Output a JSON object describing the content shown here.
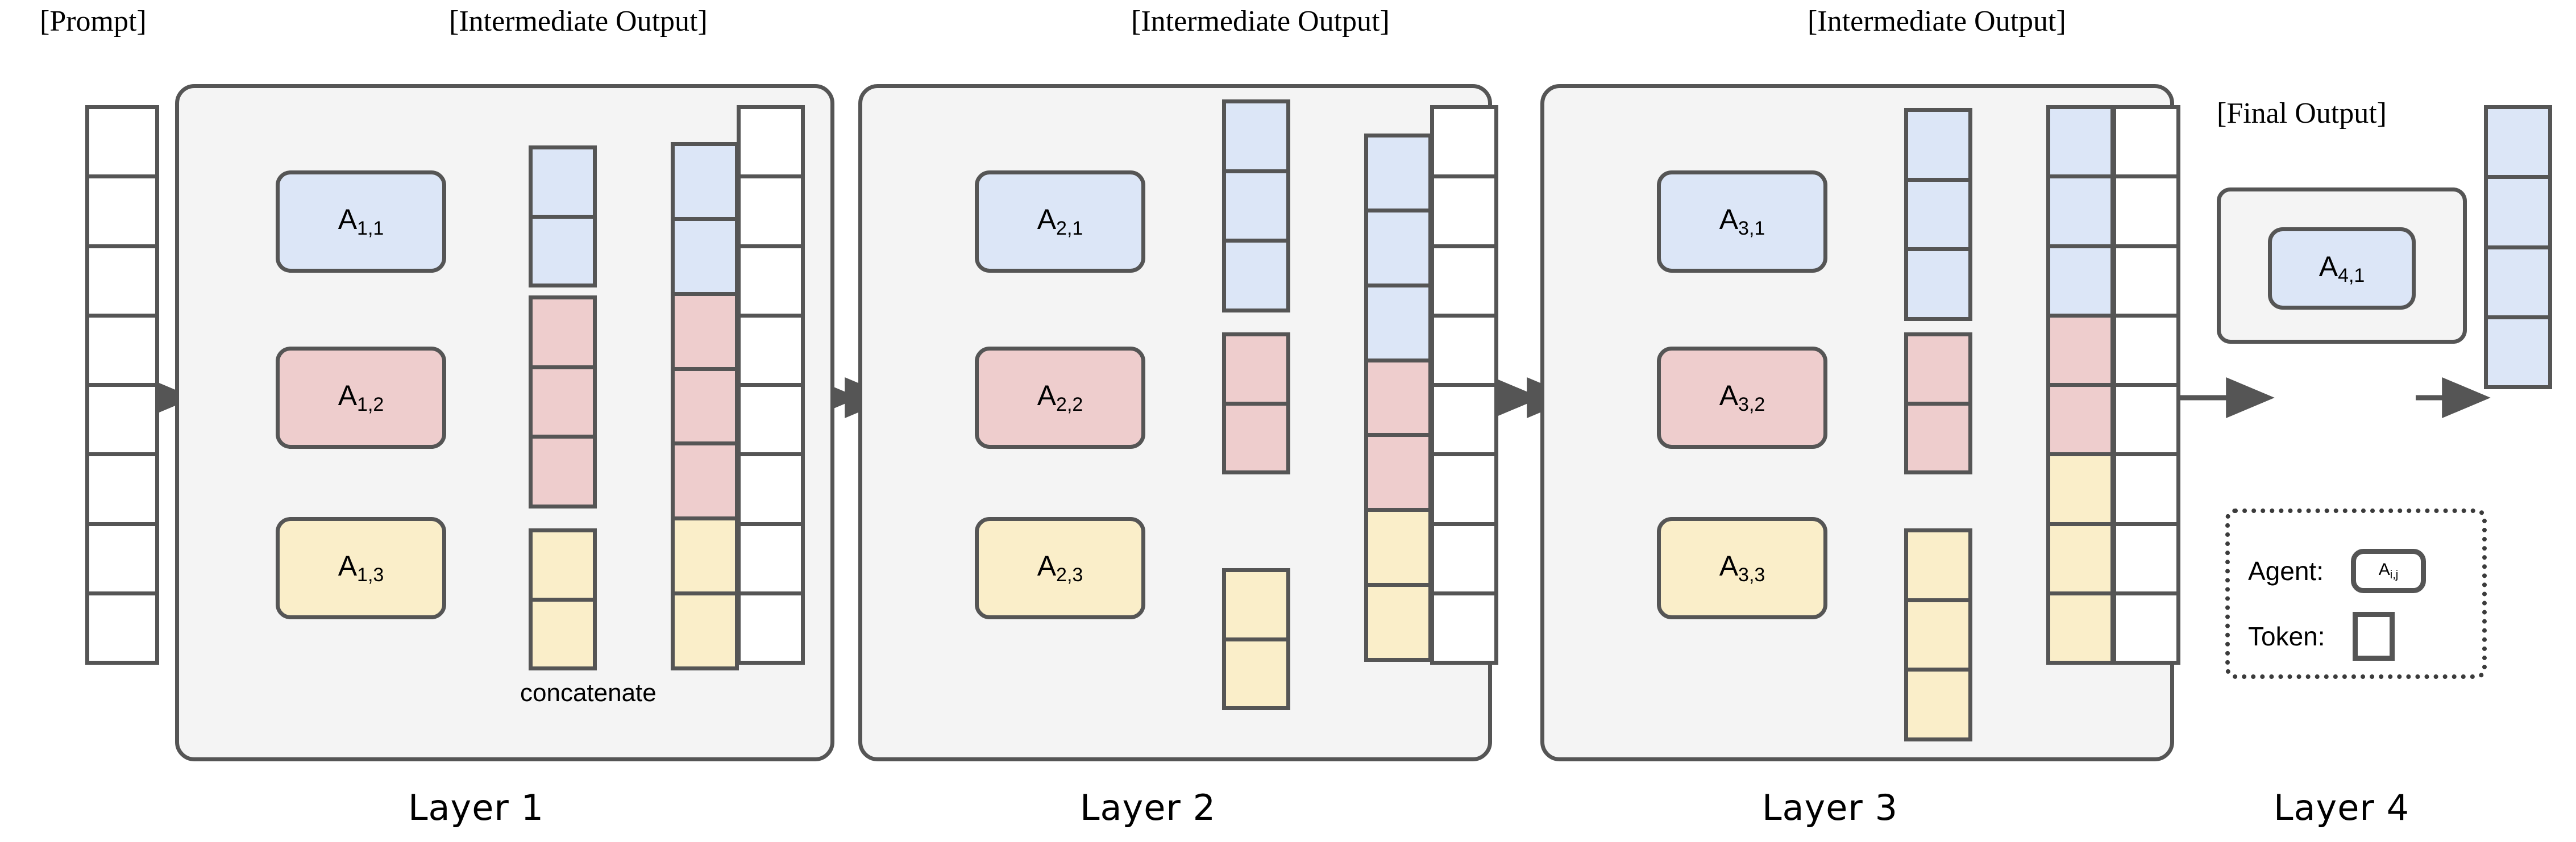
{
  "diagram": {
    "title_labels": {
      "prompt": "[Prompt]",
      "intermediate": "[Intermediate Output]",
      "final": "[Final Output]",
      "concatenate": "concatenate"
    },
    "colors": {
      "blue": "#dce6f7",
      "pink": "#eed2d2",
      "yellow": "#faeec9",
      "stroke": "#555555",
      "panel_fill": "#f4f4f4",
      "white": "#ffffff",
      "text": "#000000"
    },
    "prompt_column": {
      "name": "prompt-tokens",
      "cells": 8,
      "color": "white"
    },
    "layers": [
      {
        "id": "layer1",
        "label": "Layer 1",
        "header": "[Intermediate Output]",
        "agents": [
          {
            "id": "A-1-1",
            "base": "A",
            "sub": "1,1",
            "color": "blue",
            "out_tokens": 2
          },
          {
            "id": "A-1-2",
            "base": "A",
            "sub": "1,2",
            "color": "pink",
            "out_tokens": 3
          },
          {
            "id": "A-1-3",
            "base": "A",
            "sub": "1,3",
            "color": "yellow",
            "out_tokens": 2
          }
        ],
        "concat_column": {
          "blue": 2,
          "pink": 3,
          "yellow": 2,
          "total": 7
        },
        "prompt_column": {
          "cells": 8,
          "color": "white"
        },
        "note": "concatenate"
      },
      {
        "id": "layer2",
        "label": "Layer 2",
        "header": "[Intermediate Output]",
        "agents": [
          {
            "id": "A-2-1",
            "base": "A",
            "sub": "2,1",
            "color": "blue",
            "out_tokens": 3
          },
          {
            "id": "A-2-2",
            "base": "A",
            "sub": "2,2",
            "color": "pink",
            "out_tokens": 2
          },
          {
            "id": "A-2-3",
            "base": "A",
            "sub": "2,3",
            "color": "yellow",
            "out_tokens": 2
          }
        ],
        "concat_column": {
          "blue": 3,
          "pink": 2,
          "yellow": 2,
          "total": 7
        },
        "prompt_column": {
          "cells": 8,
          "color": "white"
        }
      },
      {
        "id": "layer3",
        "label": "Layer 3",
        "header": "[Intermediate Output]",
        "agents": [
          {
            "id": "A-3-1",
            "base": "A",
            "sub": "3,1",
            "color": "blue",
            "out_tokens": 3
          },
          {
            "id": "A-3-2",
            "base": "A",
            "sub": "3,2",
            "color": "pink",
            "out_tokens": 2
          },
          {
            "id": "A-3-3",
            "base": "A",
            "sub": "3,3",
            "color": "yellow",
            "out_tokens": 3
          }
        ],
        "concat_column": {
          "blue": 3,
          "pink": 2,
          "yellow": 3,
          "total": 8
        },
        "prompt_column": {
          "cells": 8,
          "color": "white"
        }
      },
      {
        "id": "layer4",
        "label": "Layer 4",
        "header": "[Final Output]",
        "agents": [
          {
            "id": "A-4-1",
            "base": "A",
            "sub": "4,1",
            "color": "blue",
            "out_tokens": 4
          }
        ],
        "final_column": {
          "cells": 4,
          "color": "blue"
        }
      }
    ],
    "legend": {
      "agent_label": "Agent:",
      "agent_symbol_base": "A",
      "agent_symbol_sub": "i,j",
      "token_label": "Token:"
    }
  }
}
